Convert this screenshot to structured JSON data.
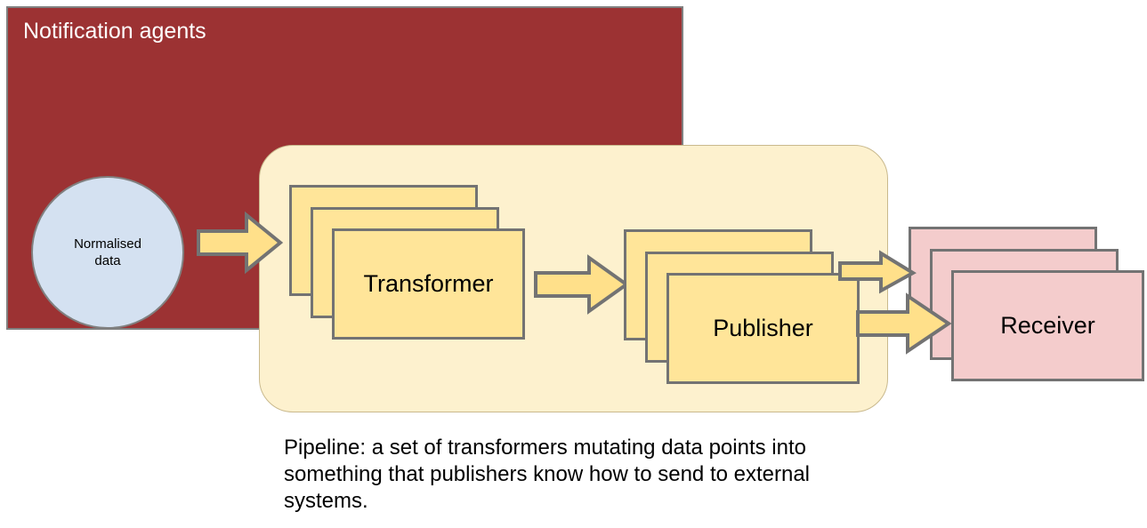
{
  "diagram": {
    "agents_group": {
      "title": "Notification agents",
      "color": "#9c3233"
    },
    "source": {
      "label_line1": "Normalised",
      "label_line2": "data",
      "color": "#d4e1f1"
    },
    "pipeline": {
      "color": "#fdf1ce",
      "stages": [
        {
          "name": "transformer",
          "label": "Transformer",
          "count": 3,
          "color": "#ffe599"
        },
        {
          "name": "publisher",
          "label": "Publisher",
          "count": 3,
          "color": "#ffe599"
        }
      ]
    },
    "receiver": {
      "label": "Receiver",
      "count": 3,
      "color": "#f4cccc"
    },
    "arrows": [
      {
        "name": "normalised-data-to-transformer"
      },
      {
        "name": "transformer-to-publisher"
      },
      {
        "name": "publisher-to-receiver-upper"
      },
      {
        "name": "publisher-to-receiver-lower"
      }
    ],
    "arrow_color": "#ffe08a",
    "stroke_color": "#737373",
    "caption": "Pipeline: a set of transformers mutating data points into something that publishers know how to send to external systems."
  }
}
